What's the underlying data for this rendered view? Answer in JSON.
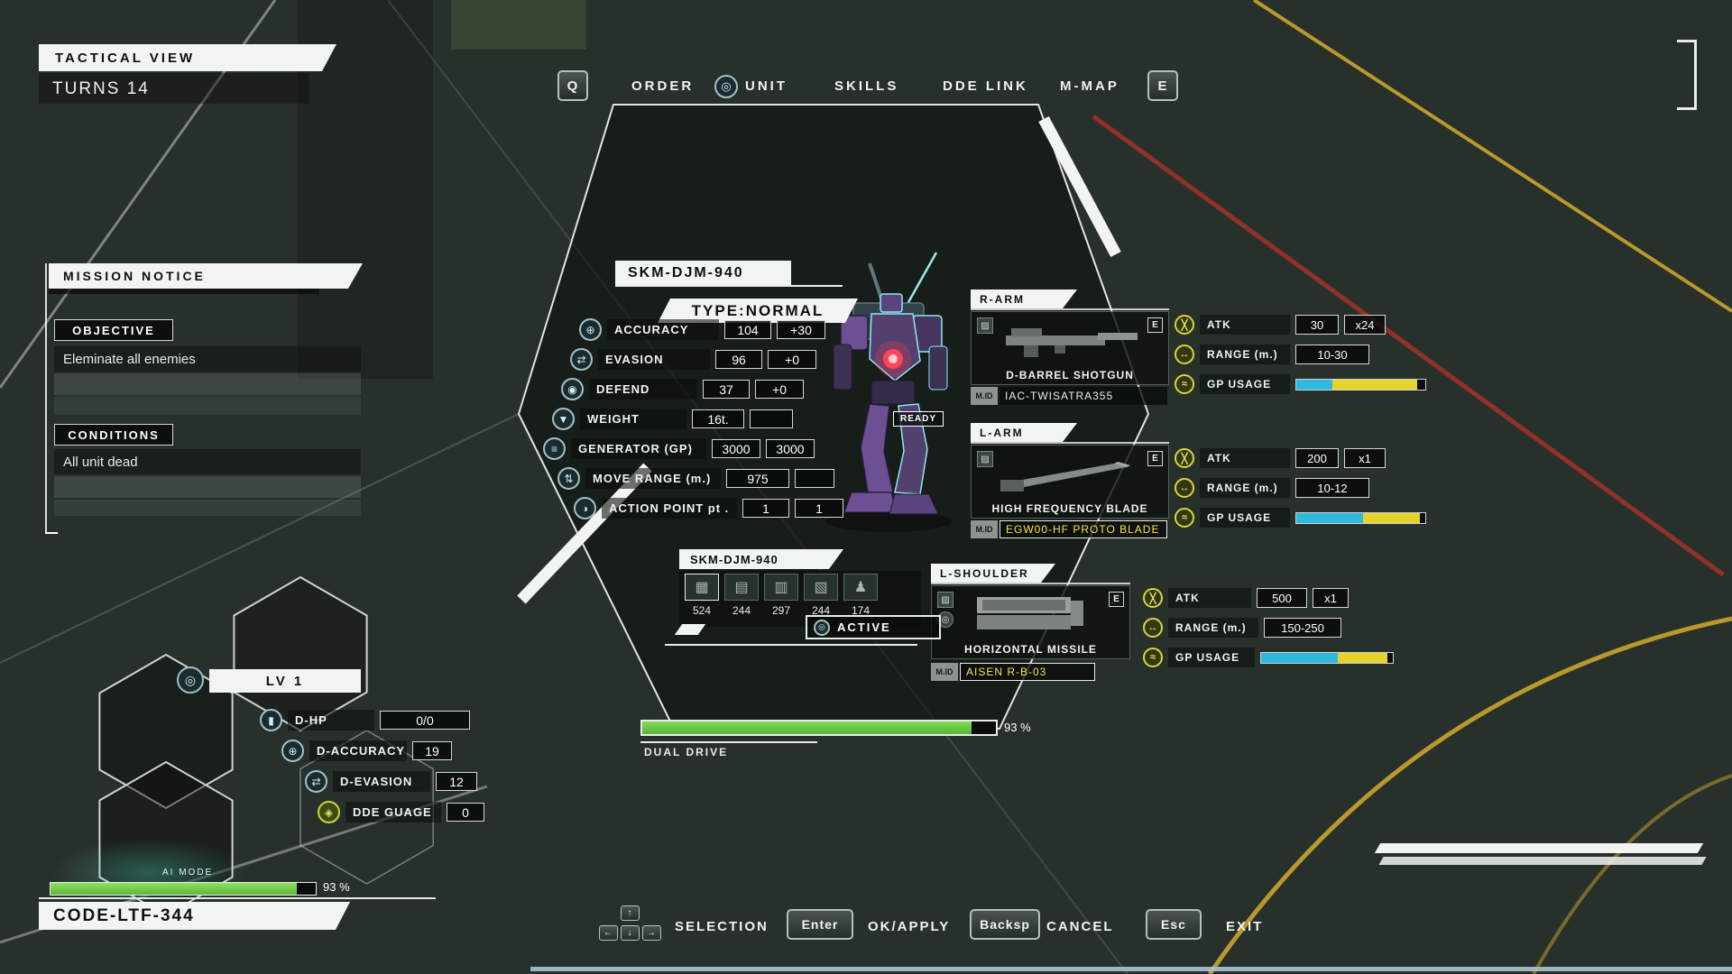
{
  "header": {
    "tactical_view": "TACTICAL VIEW",
    "turns": "TURNS 14"
  },
  "nav": {
    "left_key": "Q",
    "right_key": "E",
    "items": [
      {
        "label": "ORDER"
      },
      {
        "label": "UNIT"
      },
      {
        "label": "SKILLS"
      },
      {
        "label": "DDE LINK"
      },
      {
        "label": "M-MAP"
      }
    ],
    "unit_icon_glyph": "◎"
  },
  "mission": {
    "title": "MISSION NOTICE",
    "objective_label": "OBJECTIVE",
    "objective_text": "Eleminate all enemies",
    "conditions_label": "CONDITIONS",
    "conditions_text": "All unit dead"
  },
  "pilot": {
    "level": "LV 1",
    "level_icon_glyph": "◎",
    "stats": [
      {
        "label": "D-HP",
        "value": "0/0",
        "icon": "d-hp-icon",
        "glyph": "▮"
      },
      {
        "label": "D-ACCURACY",
        "value": "19",
        "icon": "d-accuracy-icon",
        "glyph": "⊕"
      },
      {
        "label": "D-EVASION",
        "value": "12",
        "icon": "d-evasion-icon",
        "glyph": "⇄"
      },
      {
        "label": "DDE GUAGE",
        "value": "0",
        "icon": "dde-guage-icon",
        "glyph": "◈"
      }
    ],
    "ai_mode_label": "AI MODE",
    "ai_mode_percent": 93,
    "ai_mode_percent_label": "93 %",
    "code": "CODE-LTF-344"
  },
  "unit": {
    "name": "SKM-DJM-940",
    "type": "TYPE:NORMAL",
    "ready_label": "READY",
    "stats": [
      {
        "label": "ACCURACY",
        "value": "104",
        "bonus": "+30",
        "glyph": "⊕"
      },
      {
        "label": "EVASION",
        "value": "96",
        "bonus": "+0",
        "glyph": "⇄"
      },
      {
        "label": "DEFEND",
        "value": "37",
        "bonus": "+0",
        "glyph": "◉"
      },
      {
        "label": "WEIGHT",
        "value": "16t.",
        "bonus": "",
        "glyph": "▼"
      },
      {
        "label": "GENERATOR (GP)",
        "value": "3000",
        "bonus": "3000",
        "glyph": "≡"
      },
      {
        "label": "MOVE RANGE (m.)",
        "value": "975",
        "bonus": "",
        "glyph": "⇅"
      },
      {
        "label": "ACTION POINT pt .",
        "value": "1",
        "bonus": "1",
        "glyph": "◑"
      }
    ]
  },
  "loadout": {
    "title": "SKM-DJM-940",
    "active_label": "ACTIVE",
    "active_icon_glyph": "◎",
    "slots": [
      {
        "value": "524",
        "glyph": "▦"
      },
      {
        "value": "244",
        "glyph": "▤"
      },
      {
        "value": "297",
        "glyph": "▥"
      },
      {
        "value": "244",
        "glyph": "▧"
      },
      {
        "value": "174",
        "glyph": "♟"
      }
    ]
  },
  "weapons": [
    {
      "slot": "R-ARM",
      "name": "D-BARREL SHOTGUN",
      "mid_label": "M.ID",
      "mid": "IAC-TWISATRA355",
      "expand_key": "E",
      "atk_label": "ATK",
      "atk": "30",
      "mult": "x24",
      "range_label": "RANGE (m.)",
      "range": "10-30",
      "gp_label": "GP USAGE",
      "gp_cyan": 28,
      "gp_yellow": 66
    },
    {
      "slot": "L-ARM",
      "name": "HIGH FREQUENCY BLADE",
      "mid_label": "M.ID",
      "mid": "EGW00-HF PROTO BLADE",
      "expand_key": "E",
      "atk_label": "ATK",
      "atk": "200",
      "mult": "x1",
      "range_label": "RANGE (m.)",
      "range": "10-12",
      "gp_label": "GP USAGE",
      "gp_cyan": 52,
      "gp_yellow": 44
    },
    {
      "slot": "L-SHOULDER",
      "name": "HORIZONTAL MISSILE",
      "mid_label": "M.ID",
      "mid": "AISEN R-B-03",
      "expand_key": "E",
      "atk_label": "ATK",
      "atk": "500",
      "mult": "x1",
      "range_label": "RANGE (m.)",
      "range": "150-250",
      "gp_label": "GP USAGE",
      "gp_cyan": 58,
      "gp_yellow": 38
    }
  ],
  "drive": {
    "label": "DUAL DRIVE",
    "percent": 93,
    "percent_label": "93 %"
  },
  "controls": {
    "arrows": [
      "↑",
      "←",
      "↓",
      "→"
    ],
    "selection_label": "SELECTION",
    "enter_key": "Enter",
    "ok_label": "OK/APPLY",
    "backsp_key": "Backsp",
    "cancel_label": "CANCEL",
    "esc_key": "Esc",
    "exit_label": "EXIT"
  },
  "colors": {
    "accent_green": "#6fc840",
    "gp_cyan": "#2fb9de",
    "gp_yellow": "#e6d42c",
    "line_yellow": "#c9a42e",
    "line_red": "#a23429",
    "core_red": "#ff4455"
  }
}
